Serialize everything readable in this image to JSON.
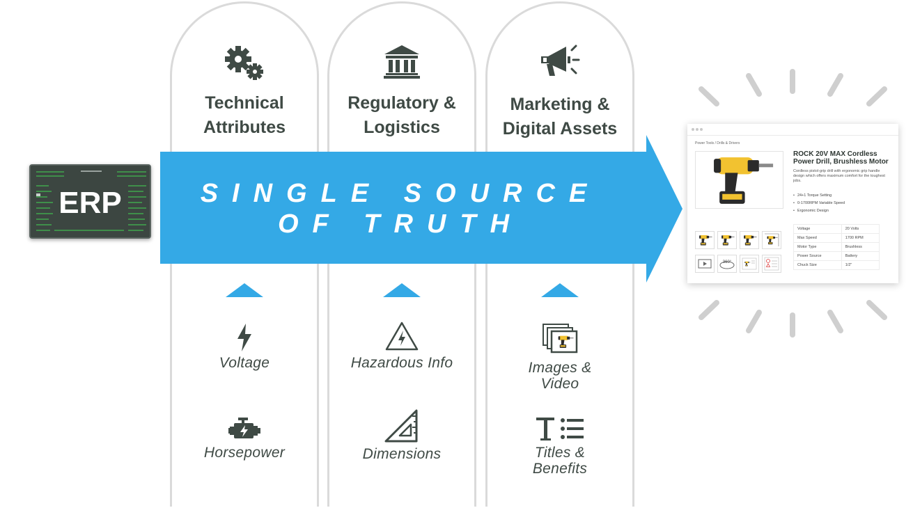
{
  "pillars": [
    {
      "title": [
        "Technical",
        "Attributes"
      ],
      "icon": "gears-icon",
      "items": [
        {
          "label": [
            "Voltage"
          ],
          "icon": "lightning-bolt-icon"
        },
        {
          "label": [
            "Horsepower"
          ],
          "icon": "engine-icon"
        }
      ]
    },
    {
      "title": [
        "Regulatory &",
        "Logistics"
      ],
      "icon": "bank-building-icon",
      "items": [
        {
          "label": [
            "Hazardous Info"
          ],
          "icon": "hazard-warning-icon"
        },
        {
          "label": [
            "Dimensions"
          ],
          "icon": "set-square-ruler-icon"
        }
      ]
    },
    {
      "title": [
        "Marketing &",
        "Digital Assets"
      ],
      "icon": "megaphone-icon",
      "items": [
        {
          "label": [
            "Images &",
            "Video"
          ],
          "icon": "photo-stack-icon"
        },
        {
          "label": [
            "Titles &",
            "Benefits"
          ],
          "icon": "text-list-icon"
        }
      ]
    }
  ],
  "banner": {
    "line1": "SINGLE SOURCE",
    "line2": "OF TRUTH"
  },
  "erp": {
    "label": "ERP"
  },
  "product_card": {
    "breadcrumb": "Power Tools  /  Drills & Drivers",
    "title": "ROCK 20V MAX Cordless Power Drill, Brushless Motor",
    "description": "Cordless pistol-grip drill with ergonomic grip handle design which offers maximum comfort for the toughest jobs.",
    "bullets": [
      "24+1 Torque Setting",
      "0-1700RPM Variable Speed",
      "Ergonomic Design"
    ],
    "thumb_360_label": "360°",
    "specs": [
      {
        "name": "Voltage",
        "value": "20 Volts"
      },
      {
        "name": "Max Speed",
        "value": "1700 RPM"
      },
      {
        "name": "Motor Type",
        "value": "Brushless"
      },
      {
        "name": "Power Source",
        "value": "Battery"
      },
      {
        "name": "Chuck Size",
        "value": "1/2\""
      }
    ]
  },
  "colors": {
    "banner_blue": "#34a9e6",
    "pillar_border": "#dadada",
    "text_dark": "#3f4a45",
    "erp_bg": "#3c4641",
    "drill_yellow": "#f2c230"
  }
}
